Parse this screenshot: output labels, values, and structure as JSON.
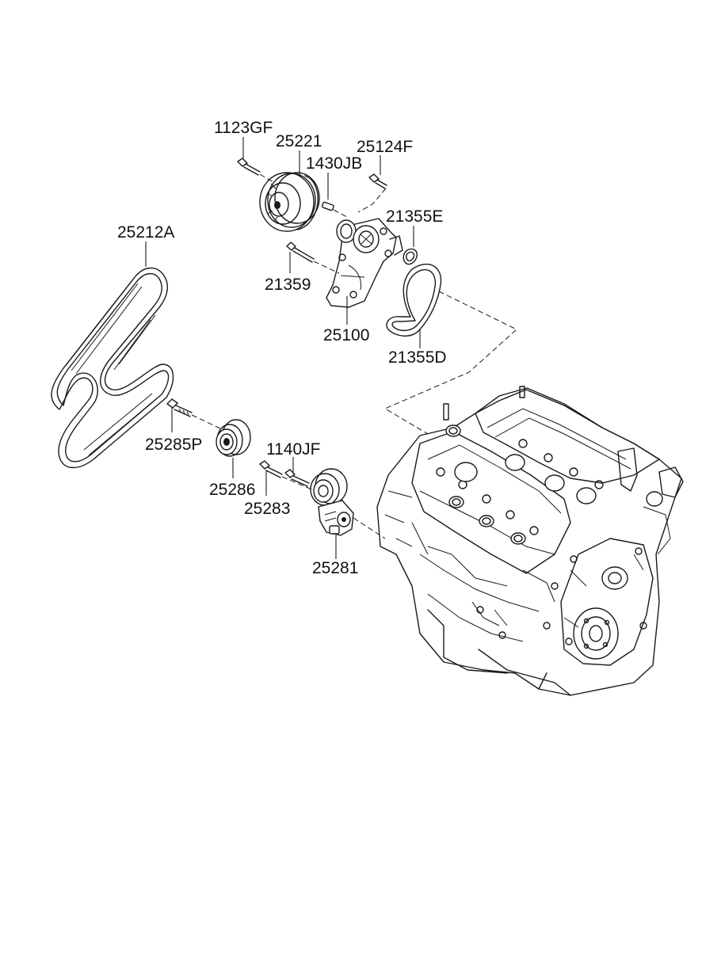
{
  "parts": {
    "p1123GF": "1123GF",
    "p25221": "25221",
    "p25124F": "25124F",
    "p1430JB": "1430JB",
    "p21355E": "21355E",
    "p25212A": "25212A",
    "p21359": "21359",
    "p25100": "25100",
    "p21355D": "21355D",
    "p25285P": "25285P",
    "p1140JF": "1140JF",
    "p25286": "25286",
    "p25283": "25283",
    "p25281": "25281"
  }
}
